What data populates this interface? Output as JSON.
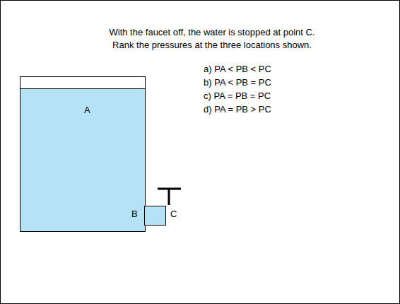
{
  "diagram": {
    "labels": [
      "With the faucet off, the water is stopped at point C.",
      "Rank the pressures at the three locations shown.",
      "A",
      "B",
      "C",
      "a)  PA < PB < PC",
      "b)  PA < PB = PC",
      "c)  PA = PB = PC",
      "d)  PA = PB > PC"
    ]
  }
}
